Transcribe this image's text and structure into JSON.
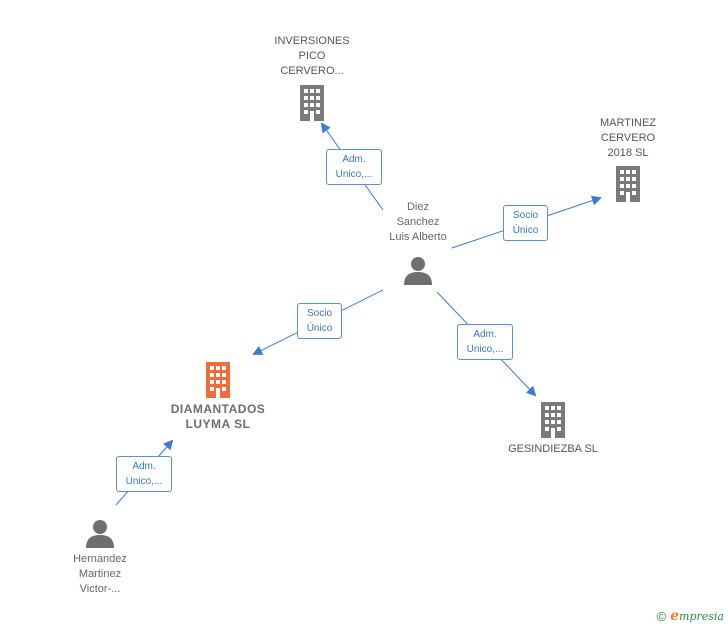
{
  "nodes": {
    "inversiones": {
      "label": "INVERSIONES\nPICO\nCERVERO...",
      "type": "company"
    },
    "martinez": {
      "label": "MARTINEZ\nCERVERO\n2018  SL",
      "type": "company"
    },
    "diez": {
      "label": "Diez\nSanchez\nLuis Alberto",
      "type": "person"
    },
    "diamantados": {
      "label": "DIAMANTADOS\nLUYMA  SL",
      "type": "company-main"
    },
    "gesindiezba": {
      "label": "GESINDIEZBA SL",
      "type": "company"
    },
    "hernandez": {
      "label": "Hernandez\nMartinez\nVictor-...",
      "type": "person"
    }
  },
  "edges": {
    "e1": {
      "label": "Adm.\nUnico,..."
    },
    "e2": {
      "label": "Socio\nÚnico"
    },
    "e3": {
      "label": "Socio\nÚnico"
    },
    "e4": {
      "label": "Adm.\nUnico,..."
    },
    "e5": {
      "label": "Adm.\nUnico,..."
    }
  },
  "colors": {
    "edge": "#3a7bd5",
    "company_icon": "#7a7a7a",
    "main_icon": "#f26b3a",
    "person_icon": "#6e6e6e"
  },
  "footer": {
    "copyright": "©",
    "brand_initial": "e",
    "brand_rest": "mpresia"
  }
}
